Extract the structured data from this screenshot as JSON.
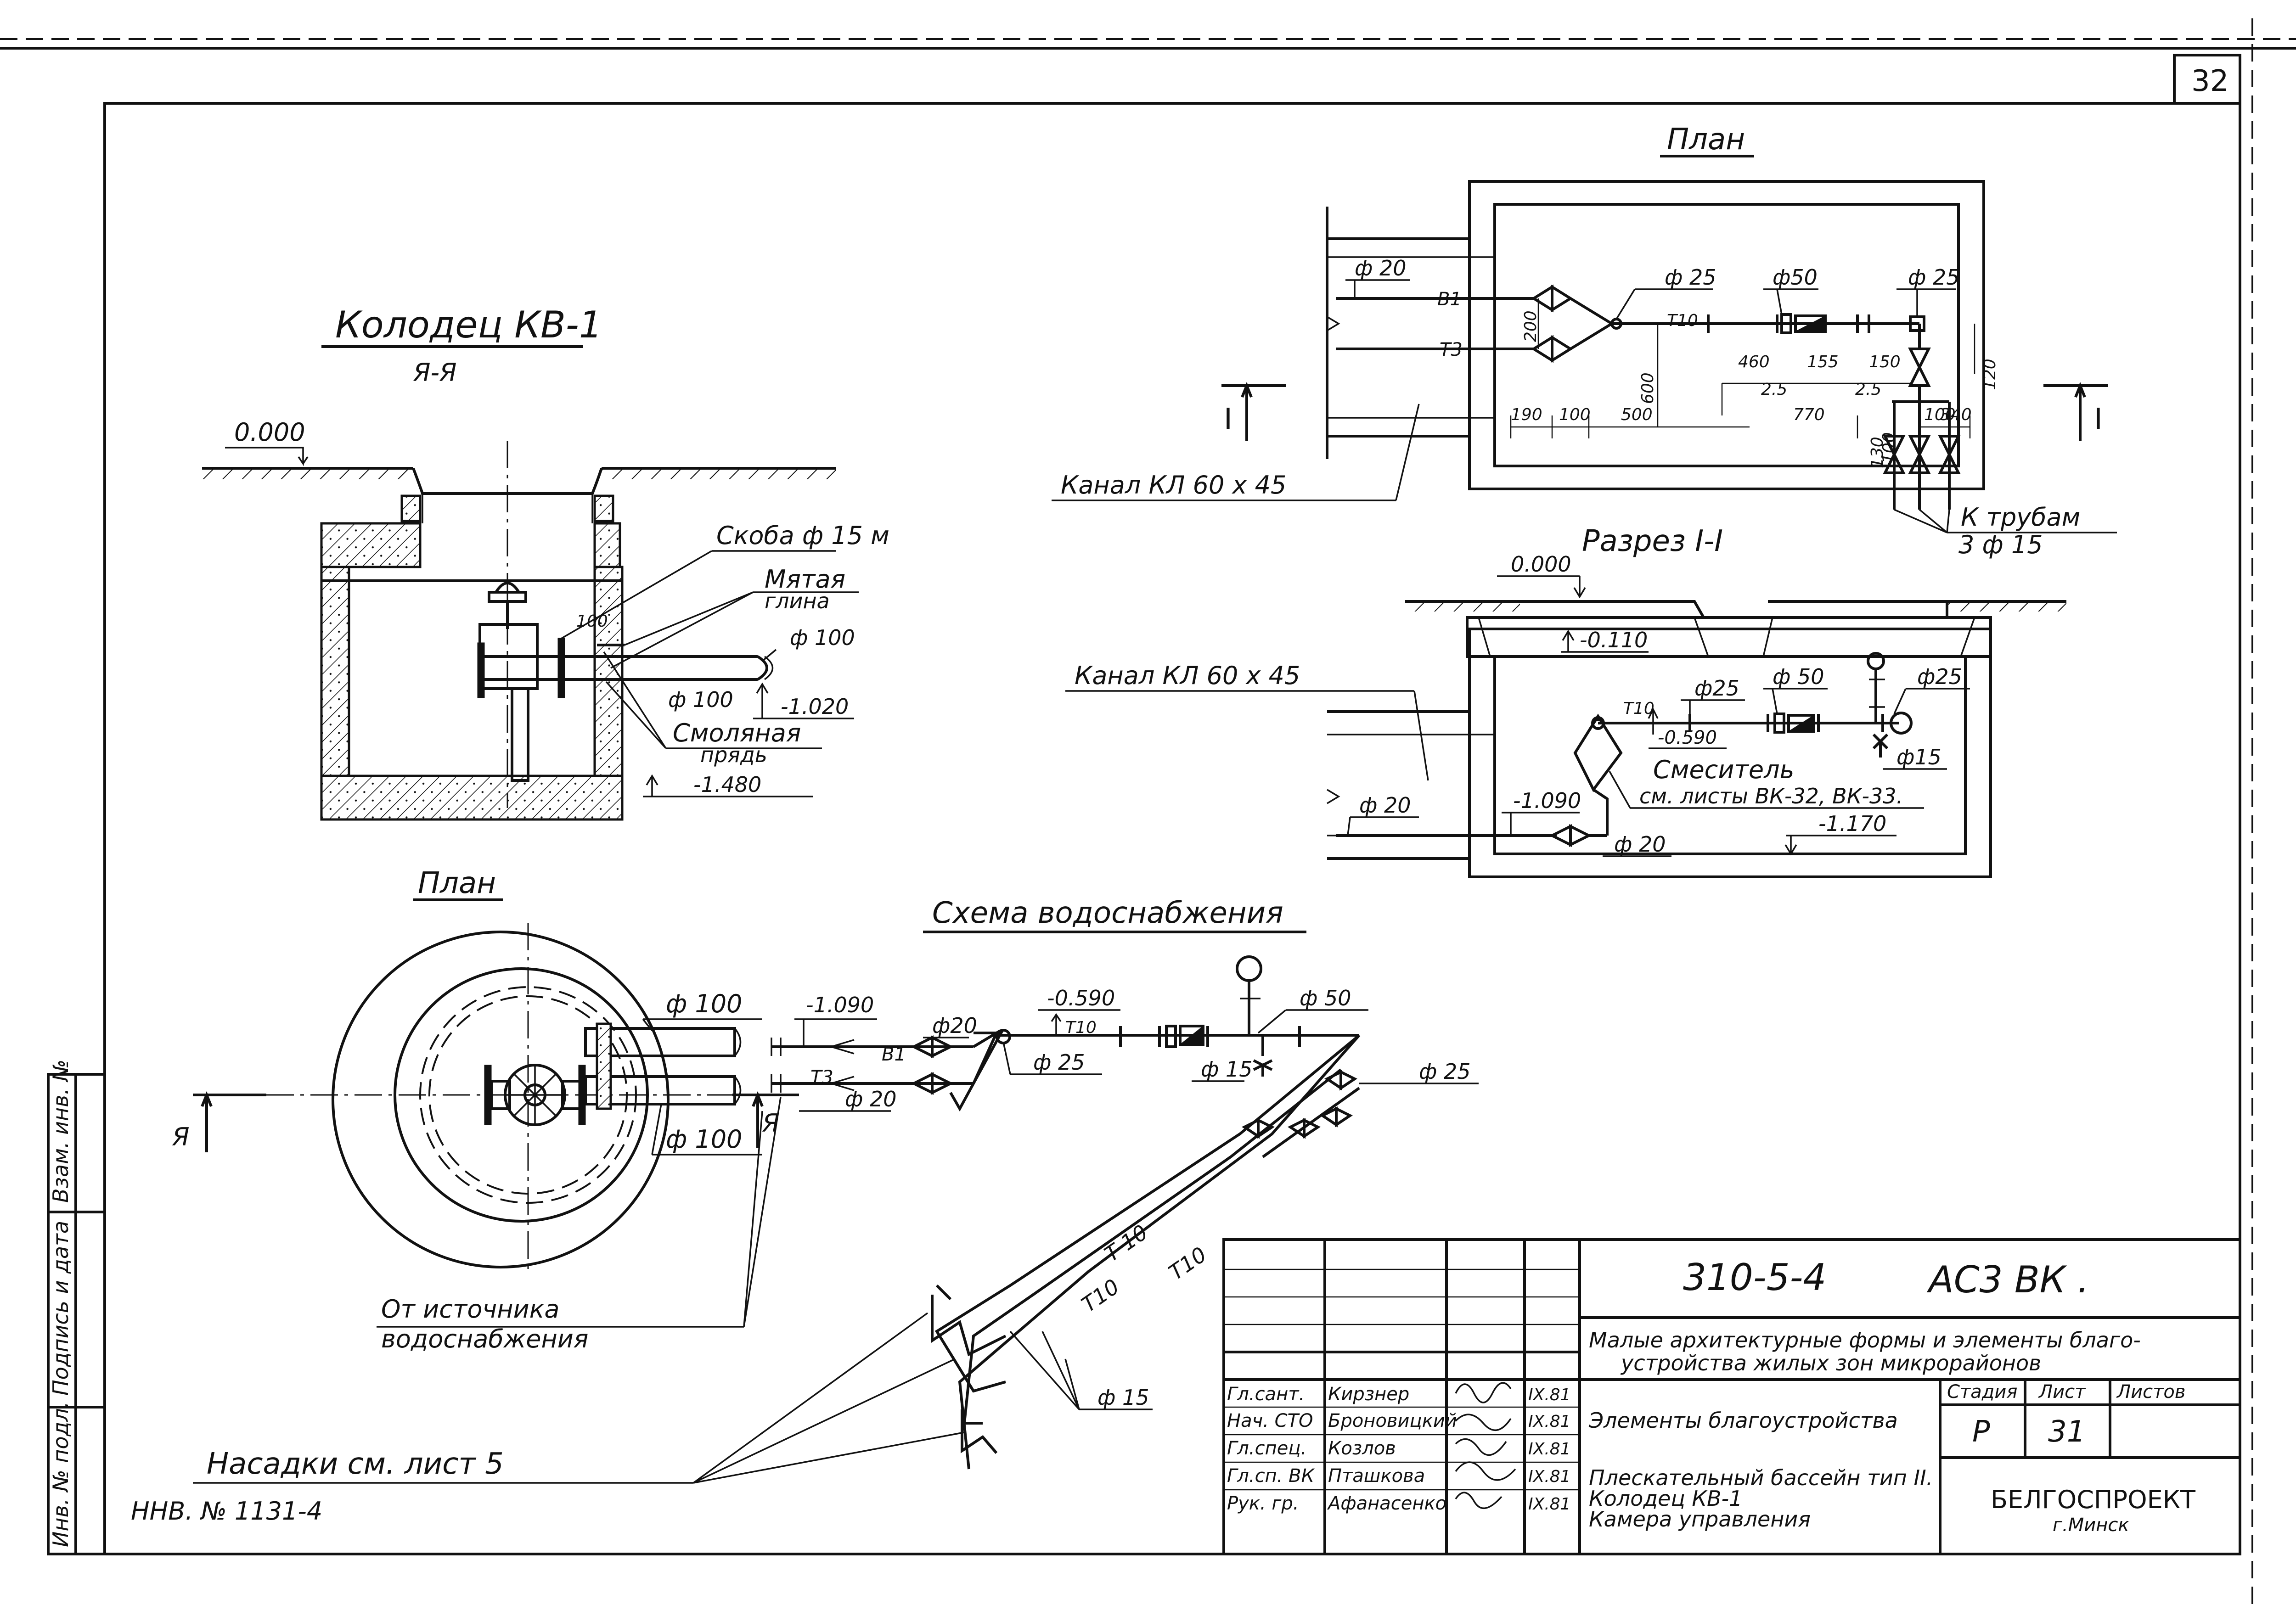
{
  "sheet": {
    "sheet_number": "32",
    "inventory_number": "ННВ. № 1131-4"
  },
  "well": {
    "title": "Колодец КВ-1",
    "section_label": "Я-Я",
    "level_top": "0.000",
    "level_pipe": "-1.020",
    "level_bottom": "-1.480",
    "label_bracket": "Скоба ф 15 м",
    "label_clay_1": "Мятая",
    "label_clay_2": "глина",
    "label_resin_1": "Смоляная",
    "label_resin_2": "прядь",
    "pipe_d100_a": "ф 100",
    "pipe_d100_b": "ф 100",
    "dim_100": "100"
  },
  "well_plan": {
    "title": "План",
    "pipe_top": "ф 100",
    "pipe_bottom": "ф 100",
    "cut_left": "Я",
    "cut_right": "Я"
  },
  "scheme": {
    "title": "Схема водоснабжения",
    "level_1090": "-1.090",
    "level_0590": "-0.590",
    "d20_top": "ф20",
    "d20_bottom": "ф 20",
    "d25_left": "ф 25",
    "d25_right": "ф 25",
    "d50": "ф 50",
    "d15_valve": "ф 15",
    "d15_nozzles": "ф 15",
    "b1": "В1",
    "t3": "Т3",
    "t10": "Т10",
    "t10_pipe_a": "Т 10",
    "t10_pipe_b": "Т10",
    "t10_pipe_c": "Т10",
    "from_source_1": "От источника",
    "from_source_2": "водоснабжения",
    "nozzles": "Насадки  см.  лист 5"
  },
  "chamber_plan": {
    "title": "План",
    "d20": "ф 20",
    "d25_a": "ф 25",
    "d50": "ф50",
    "d25_b": "ф 25",
    "b1": "В1",
    "t3": "Т3",
    "t10": "Т10",
    "dim_200": "200",
    "dim_600": "600",
    "dim_460": "460",
    "dim_155": "155",
    "dim_150": "150",
    "dim_2_5a": "2.5",
    "dim_2_5b": "2.5",
    "dim_190": "190",
    "dim_100": "100",
    "dim_500": "500",
    "dim_770": "770",
    "dim_100b": "100",
    "dim_340": "340",
    "dim_120": "120",
    "dim_130": "130",
    "dim_100c": "100",
    "cut_left": "I",
    "cut_right": "I",
    "channel": "Канал  КЛ  60 х 45",
    "to_pipes": "К трубам",
    "to_pipes_d": "3 ф 15"
  },
  "chamber_section": {
    "title": "Разрез I-I",
    "level_top": "0.000",
    "level_0110": "-0.110",
    "level_0590": "-0.590",
    "level_1090": "-1.090",
    "level_1170": "-1.170",
    "d25_a": "ф25",
    "d50": "ф 50",
    "d25_b": "ф25",
    "d15": "ф15",
    "d20_a": "ф 20",
    "d20_b": "ф 20",
    "t10": "Т10",
    "channel": "Канал  КЛ 60 х 45",
    "mixer": "Смеситель",
    "mixer_ref": "см. листы  ВК-32, ВК-33."
  },
  "title_block": {
    "project_code": "310-5-4",
    "drawing_set": "АС3  ВК .",
    "description_1": "Малые архитектурные формы и элементы благо-",
    "description_2": "устройства жилых зон микрорайонов",
    "stage_header": "Стадия",
    "sheet_header": "Лист",
    "sheets_header": "Листов",
    "stage_value": "Р",
    "sheet_value": "31",
    "elements_text": "Элементы благоустройства",
    "name_1": "Плескательный бассейн тип II.",
    "name_2": "Колодец КВ-1",
    "name_3": "Камера управления",
    "org_name": "БЕЛГОСПРОЕКТ",
    "org_city": "г.Минск",
    "roles": [
      "Гл.сант.",
      "Нач. СТО",
      "Гл.спец.",
      "Гл.сп. ВК",
      "Рук. гр."
    ],
    "names": [
      "Кирзнер",
      "Броновицкий",
      "Козлов",
      "Пташкова",
      "Афанасенко"
    ],
    "dates": [
      "IX.81",
      "IX.81",
      "IX.81",
      "IX.81",
      "IX.81"
    ]
  },
  "side_stamp": {
    "field_1": "Инв. № подл.",
    "field_2": "Подпись и дата",
    "field_3": "Взам. инв. №"
  }
}
